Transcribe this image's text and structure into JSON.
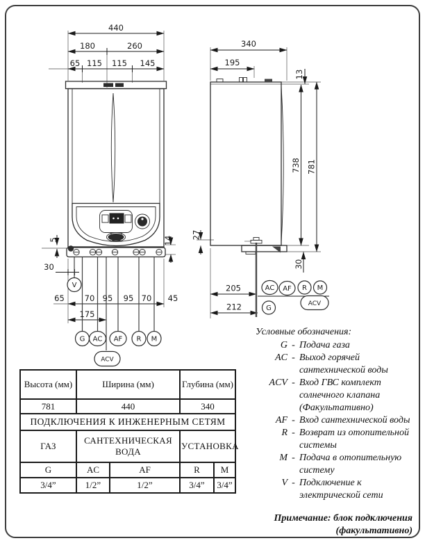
{
  "colors": {
    "ink": "#1a1a1a"
  },
  "front_view": {
    "width_total": "440",
    "width_split": [
      "180",
      "260"
    ],
    "width_segments": [
      "65",
      "115",
      "115",
      "145"
    ],
    "bottom_segments": [
      "65",
      "70",
      "95",
      "95",
      "70",
      "45"
    ],
    "acv_offset": "175",
    "electric_offset": "30",
    "panel_gap": "5",
    "bracket_depth": "14",
    "connections": [
      "G",
      "AC",
      "AF",
      "R",
      "M"
    ],
    "acv": "ACV",
    "electric": "V"
  },
  "side_view": {
    "depth_total": "340",
    "depth_front": "195",
    "top_offset": "13",
    "height_body": "738",
    "height_total": "781",
    "bottom_offset": "30",
    "flue_offset": "27",
    "pipe_offsets": [
      "205",
      "212"
    ],
    "connections": [
      "AC",
      "AF",
      "R",
      "M"
    ],
    "gas": "G",
    "acv": "ACV"
  },
  "table": {
    "dim_headers": [
      "Высота (мм)",
      "Ширина (мм)",
      "Глубина (мм)"
    ],
    "dim_values": [
      "781",
      "440",
      "340"
    ],
    "section_title": "ПОДКЛЮЧЕНИЯ К ИНЖЕНЕРНЫМ СЕТЯМ",
    "group_headers": [
      "ГАЗ",
      "САНТЕХНИЧЕСКАЯ ВОДА",
      "УСТАНОВКА"
    ],
    "codes": [
      "G",
      "AC",
      "AF",
      "R",
      "M"
    ],
    "sizes": [
      "3/4”",
      "1/2”",
      "1/2”",
      "3/4”",
      "3/4”"
    ]
  },
  "legend": {
    "title": "Условные обозначения:",
    "separator": "-",
    "items": [
      {
        "code": "G",
        "desc": "Подача газа"
      },
      {
        "code": "AC",
        "desc": "Выход горячей\nсантехнической воды"
      },
      {
        "code": "ACV",
        "desc": "Вход ГВС комплект\nсолнечного клапана\n(Факультативно)"
      },
      {
        "code": "AF",
        "desc": "Вход сантехнической воды"
      },
      {
        "code": "R",
        "desc": "Возврат из отопительной\nсистемы"
      },
      {
        "code": "M",
        "desc": "Подача в отопительную\nсистему"
      },
      {
        "code": "V",
        "desc": "Подключение к\nэлектрической сети"
      }
    ],
    "note": "Примечание: блок подключения\n(факультативно)"
  }
}
